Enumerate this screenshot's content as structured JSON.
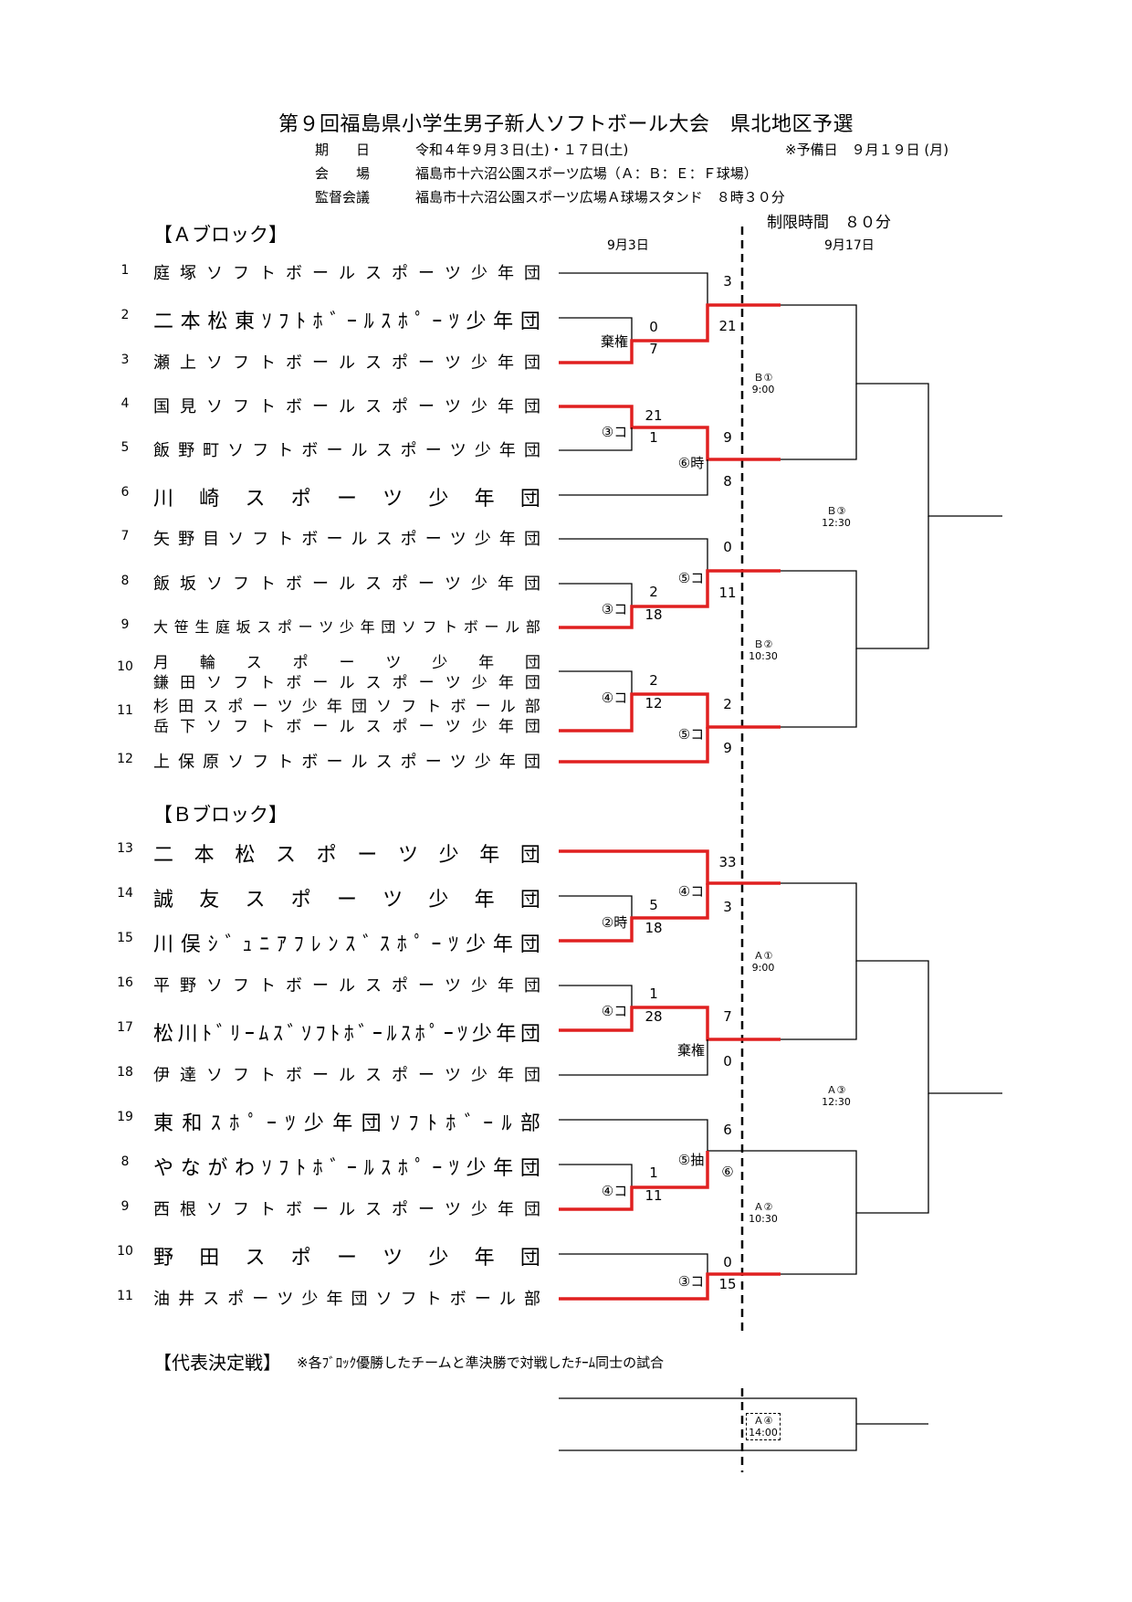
{
  "title": "第９回福島県小学生男子新人ソフトボール大会　県北地区予選",
  "info": {
    "date_label": "期　　日",
    "date_value": "令和４年９月３日(土)・１７日(土)",
    "reserve": "※予備日　９月１９日 (月)",
    "venue_label": "会　　場",
    "venue_value": "福島市十六沼公園スポーツ広場（Ａ：Ｂ：Ｅ：Ｆ球場）",
    "meeting_label": "監督会議",
    "meeting_value": "福島市十六沼公園スポーツ広場Ａ球場スタンド　８時３０分",
    "time_limit": "制限時間　８０分"
  },
  "dates": {
    "day1": "9月3日",
    "day2": "9月17日"
  },
  "block_a": {
    "title": "【Ａブロック】",
    "teams": [
      {
        "num": "1",
        "name": "庭塚ソフトボールスポーツ少年団"
      },
      {
        "num": "2",
        "name": "二本松東ｿﾌﾄﾎﾞｰﾙｽﾎﾟｰﾂ少年団"
      },
      {
        "num": "3",
        "name": "瀬上ソフトボールスポーツ少年団"
      },
      {
        "num": "4",
        "name": "国見ソフトボールスポーツ少年団"
      },
      {
        "num": "5",
        "name": "飯野町ソフトボールスポーツ少年団"
      },
      {
        "num": "6",
        "name": "川崎スポーツ少年団"
      },
      {
        "num": "7",
        "name": "矢野目ソフトボールスポーツ少年団"
      },
      {
        "num": "8",
        "name": "飯坂ソフトボールスポーツ少年団"
      },
      {
        "num": "9",
        "name": "大笹生庭坂スポーツ少年団ソフトボール部"
      },
      {
        "num": "10",
        "name": "月輪スポーツ少年団",
        "name2": "鎌田ソフトボールスポーツ少年団"
      },
      {
        "num": "11",
        "name": "杉田スポーツ少年団ソフトボール部",
        "name2": "岳下ソフトボールスポーツ少年団"
      },
      {
        "num": "12",
        "name": "上保原ソフトボールスポーツ少年団"
      }
    ]
  },
  "block_b": {
    "title": "【Ｂブロック】",
    "teams": [
      {
        "num": "13",
        "name": "二本松スポーツ少年団"
      },
      {
        "num": "14",
        "name": "誠友スポーツ少年団"
      },
      {
        "num": "15",
        "name": "川俣ｼﾞｭﾆｱﾌﾚﾝｽﾞｽﾎﾟｰﾂ少年団"
      },
      {
        "num": "16",
        "name": "平野ソフトボールスポーツ少年団"
      },
      {
        "num": "17",
        "name": "松川ﾄﾞﾘｰﾑｽﾞｿﾌﾄﾎﾞｰﾙｽﾎﾟｰﾂ少年団"
      },
      {
        "num": "18",
        "name": "伊達ソフトボールスポーツ少年団"
      },
      {
        "num": "19",
        "name": "東和ｽﾎﾟｰﾂ少年団ｿﾌﾄﾎﾞｰﾙ部"
      },
      {
        "num": "8",
        "name": "やながわｿﾌﾄﾎﾞｰﾙｽﾎﾟｰﾂ少年団"
      },
      {
        "num": "9",
        "name": "西根ソフトボールスポーツ少年団"
      },
      {
        "num": "10",
        "name": "野田スポーツ少年団"
      },
      {
        "num": "11",
        "name": "油井スポーツ少年団ソフトボール部"
      }
    ]
  },
  "scores": {
    "a_r1_2": "0",
    "a_r1_3": "7",
    "a_r1_4": "21",
    "a_r1_5": "1",
    "a_r1_8": "2",
    "a_r1_9": "18",
    "a_r1_10": "2",
    "a_r1_11": "12",
    "a_r2_1": "3",
    "a_r2_3": "21",
    "a_r2_5": "9",
    "a_r2_6": "8",
    "a_r2_7": "0",
    "a_r2_9": "11",
    "a_r2_11": "2",
    "a_r2_12": "9",
    "b_r1_14": "5",
    "b_r1_15": "18",
    "b_r1_16": "1",
    "b_r1_17": "28",
    "b_r1_8": "1",
    "b_r1_9": "11",
    "b_r2_13": "33",
    "b_r2_15": "3",
    "b_r2_17": "7",
    "b_r2_18": "0",
    "b_r2_19": "6",
    "b_r2_9": "⑥",
    "b_r2_10": "0",
    "b_r2_11": "15"
  },
  "notes": {
    "a1": "棄権",
    "a2": "③コ",
    "a3": "⑥時",
    "a4": "③コ",
    "a5": "⑤コ",
    "a6": "④コ",
    "a7": "⑤コ",
    "b1": "④コ",
    "b2": "②時",
    "b3": "④コ",
    "b4": "棄権",
    "b5": "⑤抽",
    "b6": "④コ",
    "b7": "③コ"
  },
  "games": {
    "b1": {
      "name": "Ｂ①",
      "time": "9:00"
    },
    "b2": {
      "name": "Ｂ②",
      "time": "10:30"
    },
    "b3": {
      "name": "Ｂ③",
      "time": "12:30"
    },
    "a1": {
      "name": "Ａ①",
      "time": "9:00"
    },
    "a2": {
      "name": "Ａ②",
      "time": "10:30"
    },
    "a3": {
      "name": "Ａ③",
      "time": "12:30"
    },
    "a4": {
      "name": "Ａ④",
      "time": "14:00"
    }
  },
  "final_section": {
    "title": "【代表決定戦】",
    "note": "※各ﾌﾞﾛｯｸ優勝したチームと準決勝で対戦したﾁｰﾑ同士の試合"
  },
  "colors": {
    "winner": "#e02020",
    "line": "#000000"
  }
}
